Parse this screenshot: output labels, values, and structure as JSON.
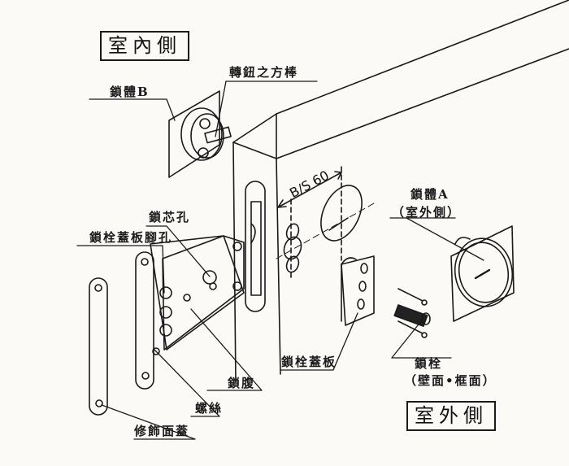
{
  "title_boxes": {
    "indoor_side": "室內側",
    "outdoor_side": "室外側"
  },
  "labels": {
    "lock_body_b": "鎖體B",
    "knob_square_bar": "轉鈕之方棒",
    "lock_core_hole": "鎖芯孔",
    "latch_cover_plate_leg_hole": "鎖栓蓋板腳孔",
    "lock_body_a": "鎖體A",
    "lock_body_a_sub": "（室外側）",
    "latch_cover_plate": "鎖栓蓋板",
    "lock_case": "鎖腹",
    "screw": "螺絲",
    "trim_cover": "修飾面蓋",
    "latch": "鎖栓",
    "latch_sub": "（壁面•框面）"
  },
  "dimension": {
    "backset": "B/S 60"
  },
  "colors": {
    "ink": "#1a1a1a",
    "paper": "#fbfaf6"
  }
}
